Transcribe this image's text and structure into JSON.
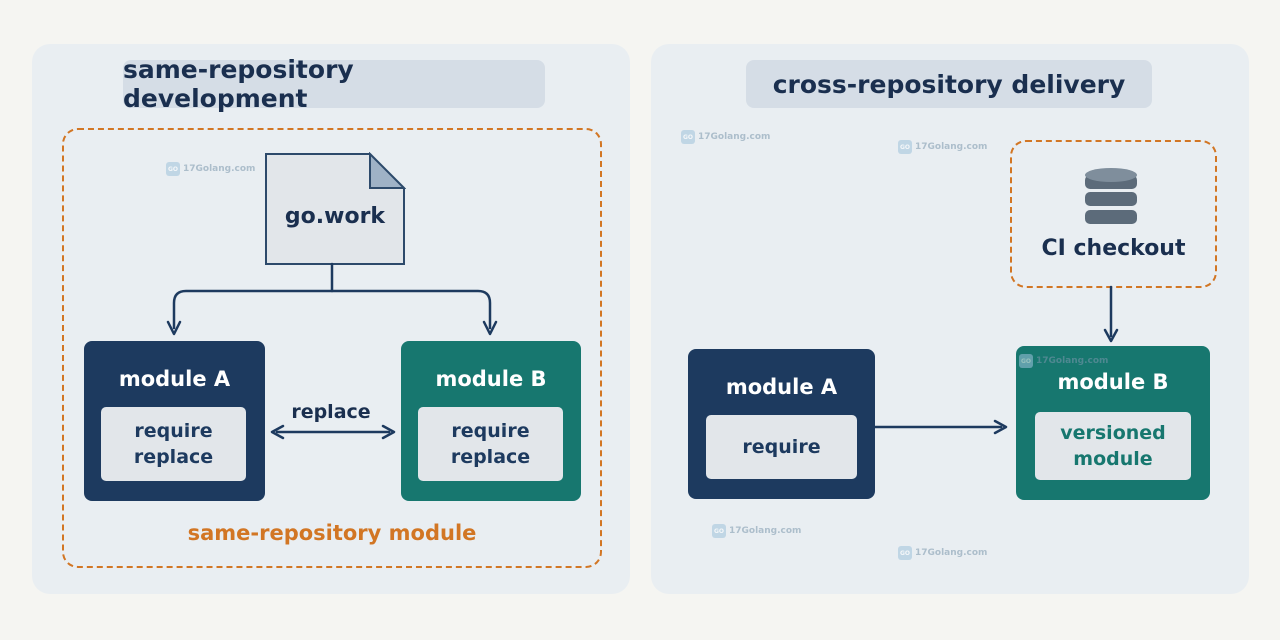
{
  "left": {
    "title": "same-repository development",
    "workfile": "go.work",
    "module_a": {
      "title": "module A",
      "lines": [
        "require",
        "replace"
      ]
    },
    "module_b": {
      "title": "module B",
      "lines": [
        "require",
        "replace"
      ]
    },
    "relation_label": "replace",
    "group_label": "same-repository module"
  },
  "right": {
    "title": "cross-repository delivery",
    "ci_label": "CI checkout",
    "module_a": {
      "title": "module A",
      "lines": [
        "require"
      ]
    },
    "module_b": {
      "title": "module B",
      "lines": [
        "versioned",
        "module"
      ]
    }
  },
  "watermark": {
    "text": "17Golang.com"
  },
  "colors": {
    "navy": "#1d3a5f",
    "teal": "#17776f",
    "orange": "#d27624",
    "panel": "#e9eef2"
  }
}
